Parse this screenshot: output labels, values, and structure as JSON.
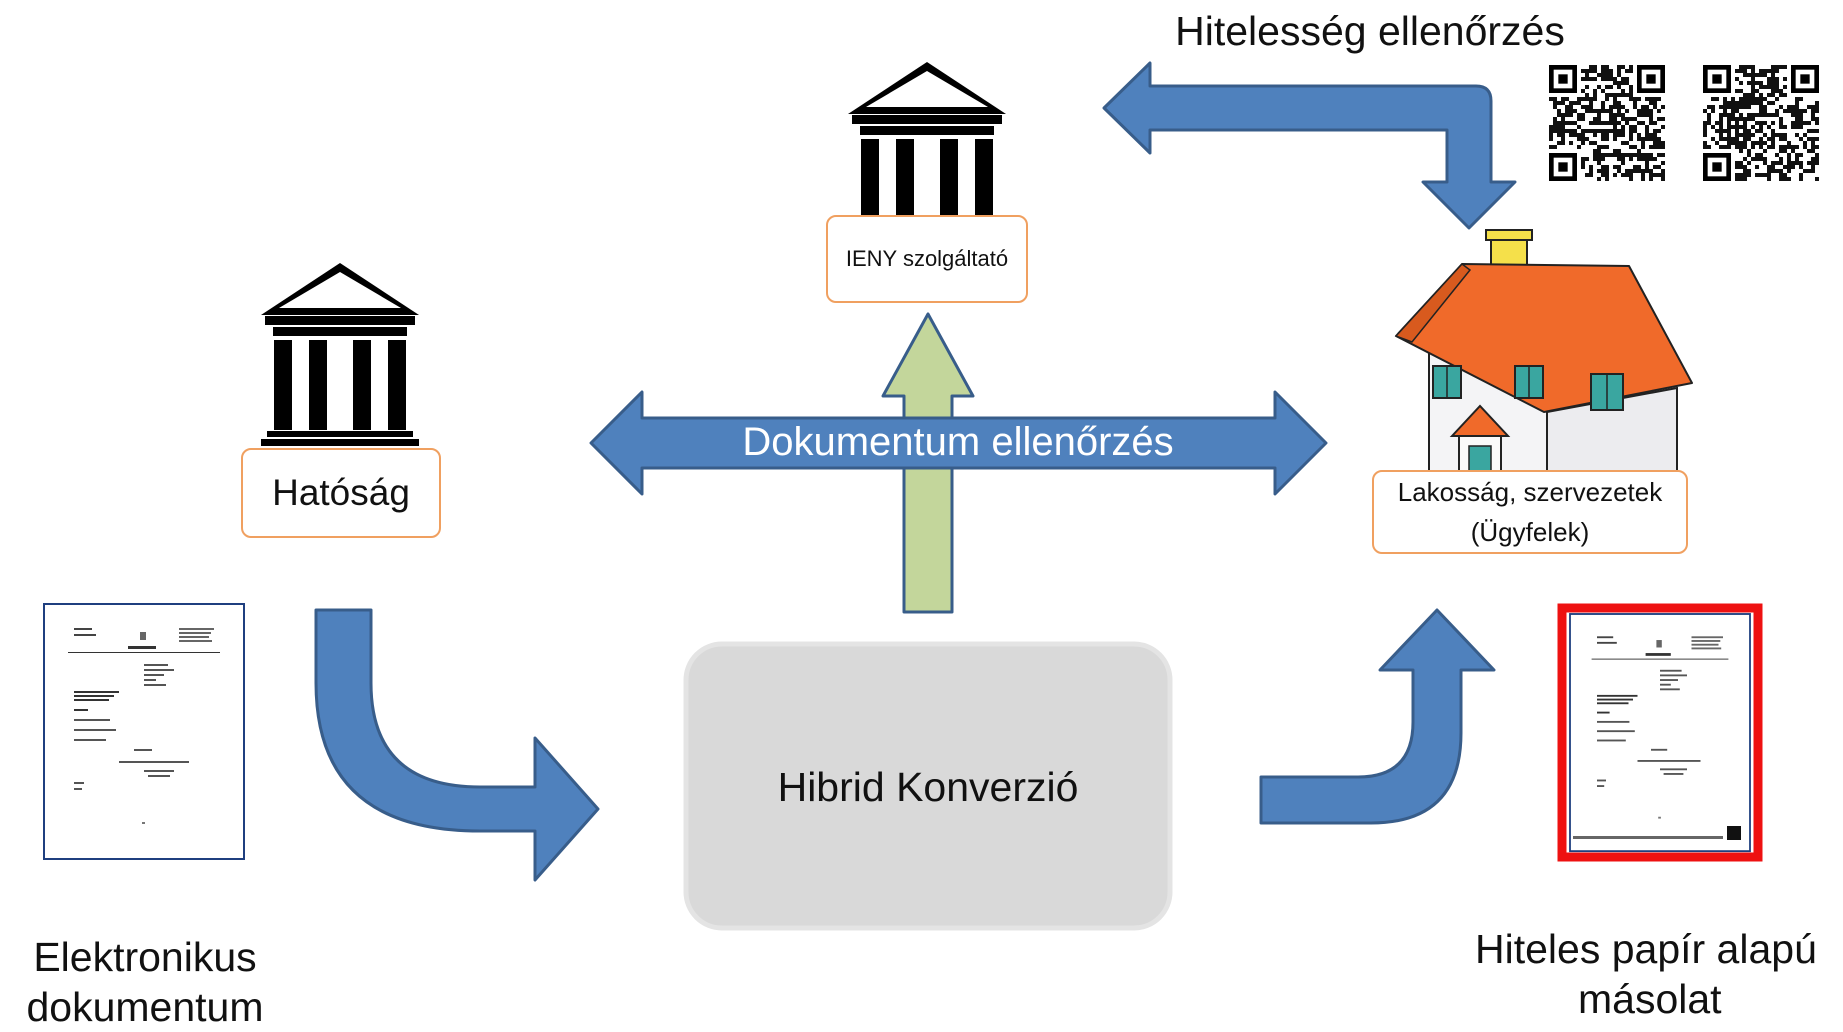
{
  "title": "Hitelesség ellenőrzés",
  "center_arrow_label": "Dokumentum ellenőrzés",
  "process_box": "Hibrid Konverzió",
  "nodes": {
    "ieny": "IENY szolgáltató",
    "authority": "Hatóság",
    "clients_line1": "Lakosság, szervezetek",
    "clients_line2": "(Ügyfelek)"
  },
  "captions": {
    "electronic_line1": "Elektronikus",
    "electronic_line2": "dokumentum",
    "paper_line1": "Hiteles papír alapú",
    "paper_line2": "másolat"
  },
  "icons": {
    "building": "classical-building-icon",
    "house": "house-icon",
    "qr": "qr-code-icon",
    "document": "document-page-icon"
  },
  "colors": {
    "arrow_blue": "#4f81bd",
    "arrow_blue_border": "#385d8a",
    "arrow_green": "#c3d69b",
    "box_orange_border": "#f0a060",
    "process_fill": "#d9d9d9",
    "highlight_red": "#ee1111",
    "roof_orange": "#f06a2a",
    "chimney_yellow": "#f5e04a"
  }
}
